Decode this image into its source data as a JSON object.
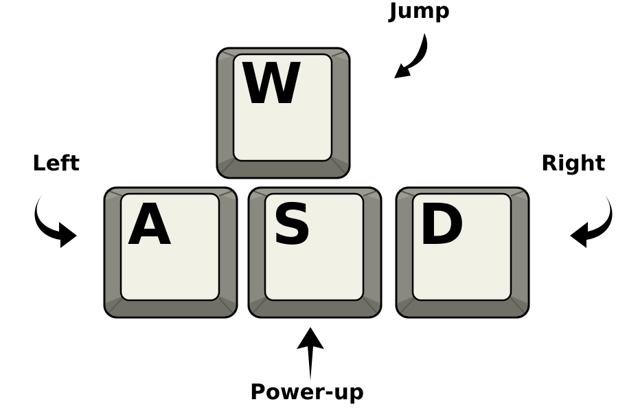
{
  "keys": {
    "w": "W",
    "a": "A",
    "s": "S",
    "d": "D"
  },
  "labels": {
    "jump": "Jump",
    "left": "Left",
    "right": "Right",
    "powerup": "Power-up"
  },
  "colors": {
    "keycap_face": "#f2f1e6",
    "keycap_body": "#9c9b90",
    "keycap_shade": "#707066",
    "outline": "#000000"
  },
  "icons": {
    "jump": "curved-arrow-down-left-icon",
    "left": "curved-arrow-down-right-icon",
    "right": "curved-arrow-down-left-icon",
    "powerup": "arrow-up-icon"
  }
}
